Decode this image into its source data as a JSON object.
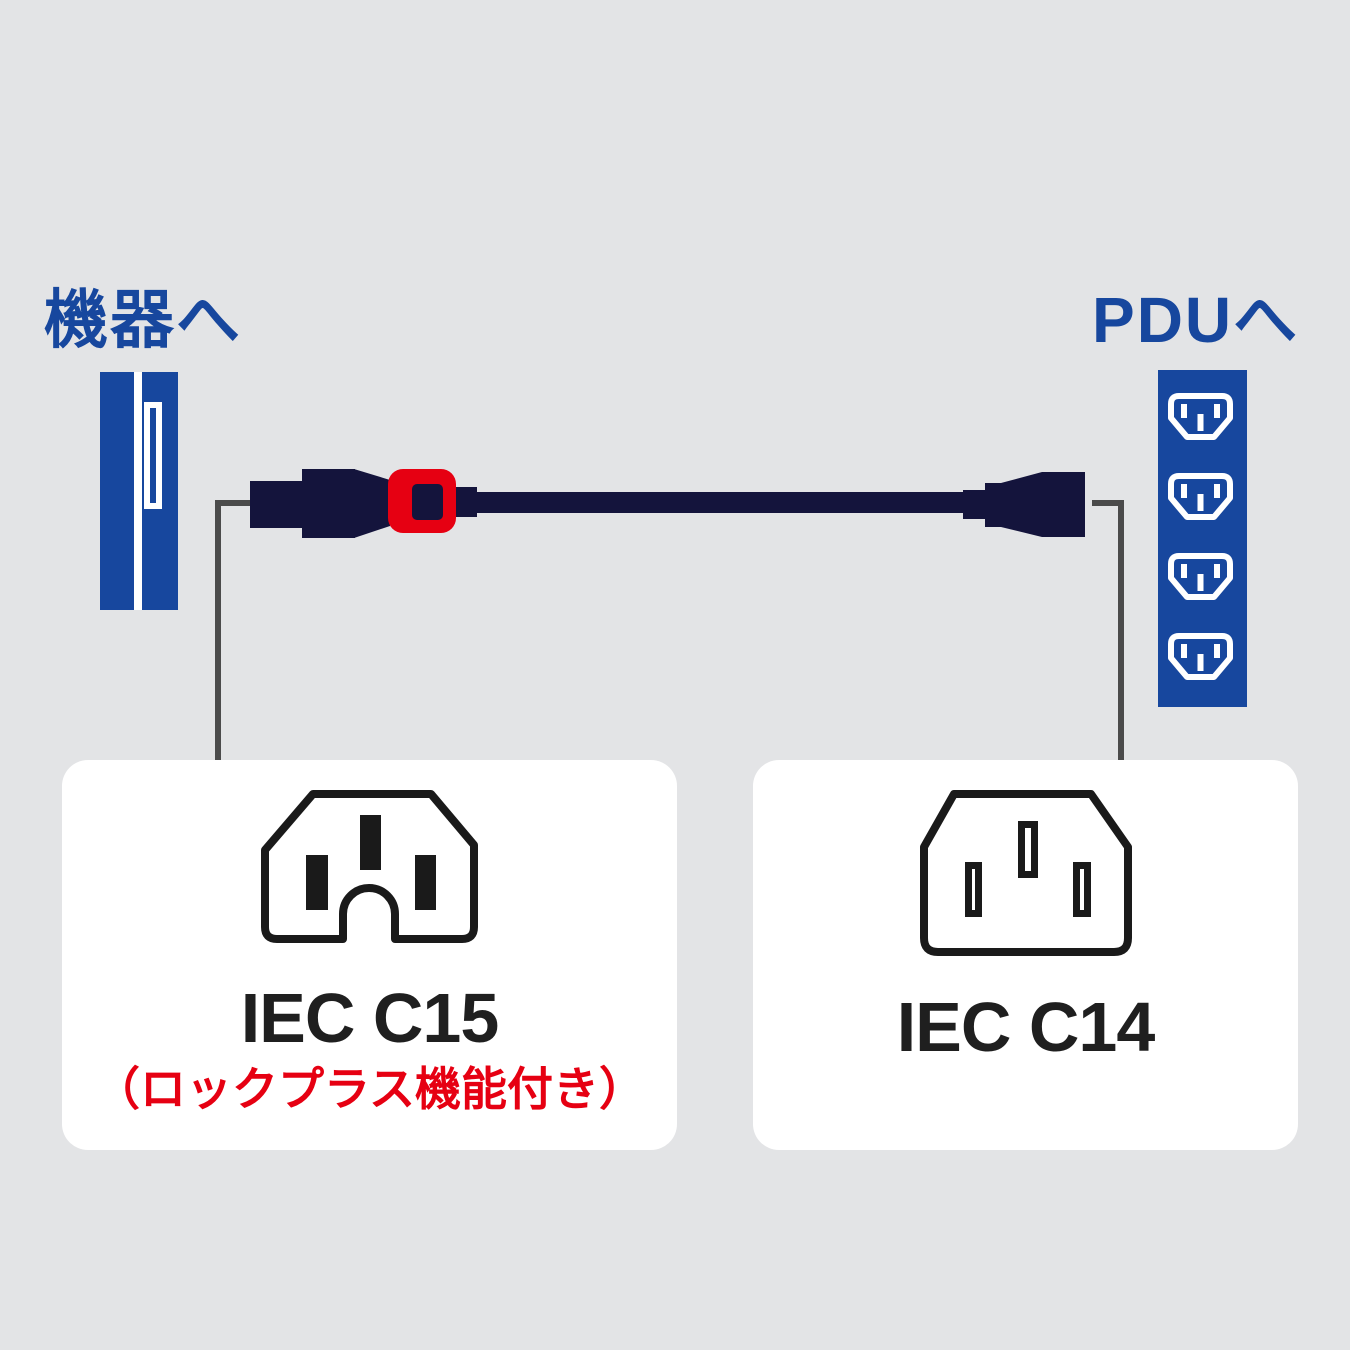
{
  "canvas": {
    "background": "#e3e4e6"
  },
  "colors": {
    "blue": "#17479e",
    "cable_navy": "#14143c",
    "lock_red": "#e60012",
    "callout_line_gray": "#4b4b4b",
    "label_dark": "#1f1f1f",
    "icon_outline": "#1a1a1a",
    "box_white": "#ffffff"
  },
  "headers": {
    "device": "機器へ",
    "pdu": "PDUへ"
  },
  "callouts": {
    "c15": {
      "label": "IEC C15",
      "note": "（ロックプラス機能付き）"
    },
    "c14": {
      "label": "IEC C14"
    }
  },
  "pdu_strip": {
    "outlet_count": 4
  },
  "icons": {
    "pdu_outlet": "c13-outlet-icon",
    "left_connector_face": "iec-c15-face-icon",
    "right_connector_face": "iec-c14-face-icon",
    "cable_lock": "lock-clip-icon"
  }
}
